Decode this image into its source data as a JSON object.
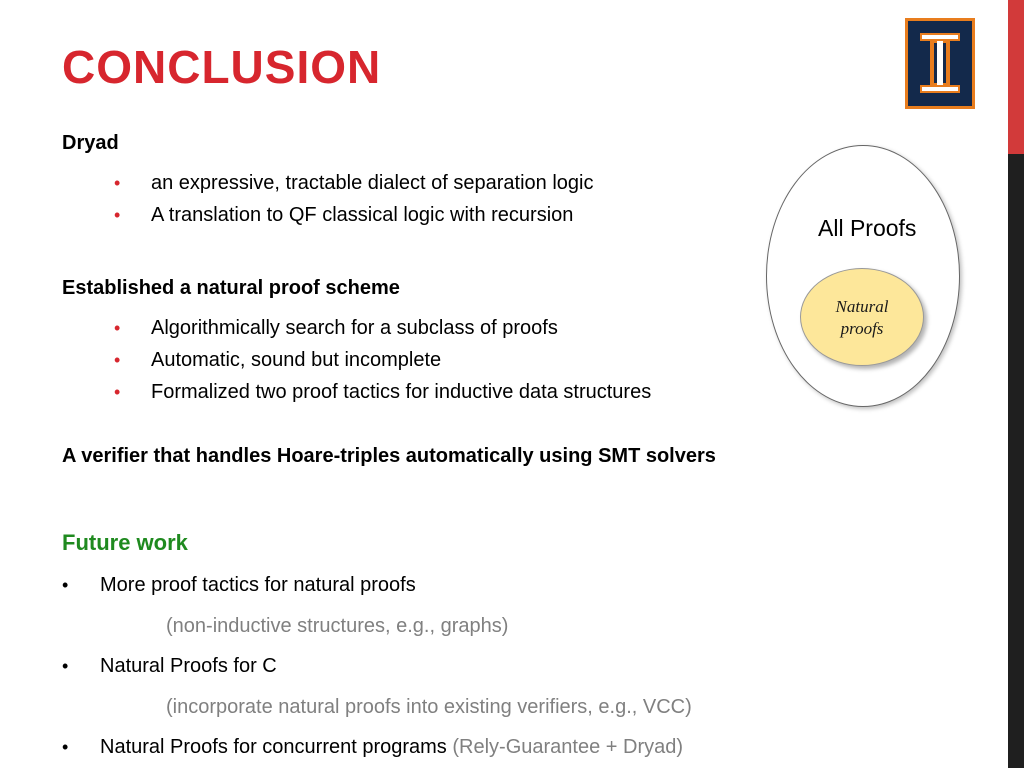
{
  "title": "CONCLUSION",
  "colors": {
    "title_red": "#d7262e",
    "future_green": "#1f8a1f",
    "note_grey": "#808080",
    "logo_navy": "#13294b",
    "logo_orange": "#e87d1e",
    "natural_fill": "#fde79a"
  },
  "logo": {
    "icon": "university-column-logo"
  },
  "sections": [
    {
      "heading": "Dryad",
      "bullets": [
        "an expressive, tractable dialect of separation logic",
        "A translation to QF classical logic with recursion"
      ]
    },
    {
      "heading": "Established a natural proof scheme",
      "bullets": [
        "Algorithmically search for a subclass of proofs",
        "Automatic, sound but incomplete",
        "Formalized two proof tactics for inductive data structures"
      ]
    },
    {
      "heading": "A verifier that handles Hoare-triples automatically using SMT solvers"
    }
  ],
  "future_work": {
    "heading": "Future work",
    "items": [
      {
        "text": "More proof tactics for natural proofs",
        "note": "(non-inductive structures, e.g., graphs)"
      },
      {
        "text": "Natural Proofs for C",
        "note": "(incorporate natural proofs into existing verifiers, e.g., VCC)"
      },
      {
        "text": "Natural Proofs for concurrent programs",
        "inline_note": "(Rely-Guarantee + Dryad)"
      }
    ]
  },
  "diagram": {
    "outer_label": "All Proofs",
    "inner_label_line1": "Natural",
    "inner_label_line2": "proofs"
  }
}
